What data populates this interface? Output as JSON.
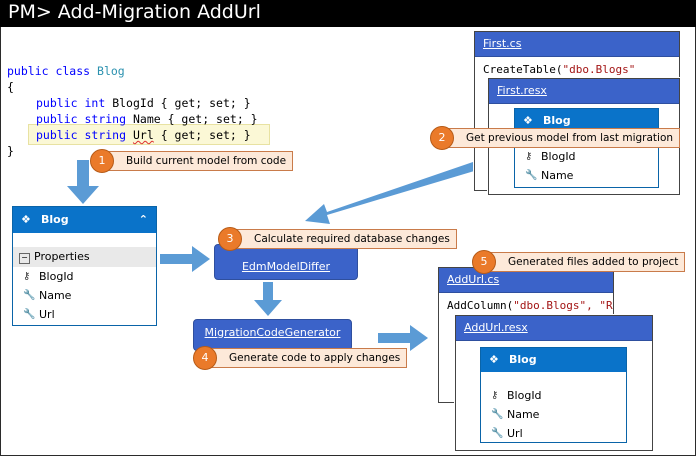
{
  "title": "PM> Add-Migration AddUrl",
  "code": {
    "line1_kw": "public class",
    "line1_type": "Blog",
    "line2": "{",
    "line3_pre": "public",
    "line3_kw": "int",
    "line3_rest": "BlogId { get; set; }",
    "line4_pre": "public",
    "line4_kw": "string",
    "line4_rest": "Name { get; set; }",
    "line5_pre": "public",
    "line5_kw": "string",
    "line5_prop": "Url",
    "line5_rest": "{ get; set; }",
    "line6": "}"
  },
  "first_cs": {
    "title": "First.cs",
    "code_pre": "CreateTable(",
    "code_str": "\"dbo.Blogs\""
  },
  "first_resx": {
    "title": "First.resx"
  },
  "prev_model": {
    "name": "Blog",
    "props": [
      "BlogId",
      "Name"
    ]
  },
  "current_model": {
    "name": "Blog",
    "section": "Properties",
    "props": [
      "BlogId",
      "Name",
      "Url"
    ]
  },
  "differ": {
    "label": "EdmModelDiffer"
  },
  "generator": {
    "label": "MigrationCodeGenerator"
  },
  "addurl_cs": {
    "title": "AddUrl.cs",
    "code_pre": "AddColumn(",
    "code_str": "\"dbo.Blogs\", \"Rat"
  },
  "addurl_resx": {
    "title": "AddUrl.resx"
  },
  "new_model": {
    "name": "Blog",
    "props": [
      "BlogId",
      "Name",
      "Url"
    ]
  },
  "steps": [
    {
      "num": "1",
      "text": "Build current model from code"
    },
    {
      "num": "2",
      "text": "Get previous model from last migration"
    },
    {
      "num": "3",
      "text": "Calculate required database changes"
    },
    {
      "num": "4",
      "text": "Generate code to apply changes"
    },
    {
      "num": "5",
      "text": "Generated files added to project"
    }
  ],
  "icons": {
    "entity": "entity-icon",
    "key": "key-icon",
    "wrench": "property-icon",
    "collapse": "chevron-up-icon",
    "minus": "minus-box-icon"
  },
  "colors": {
    "window_title": "#3b63c9",
    "entity_header": "#0a73c9",
    "arrow": "#5b9bd5",
    "note_fill": "#fde9d9",
    "badge": "#ea7a2a"
  }
}
